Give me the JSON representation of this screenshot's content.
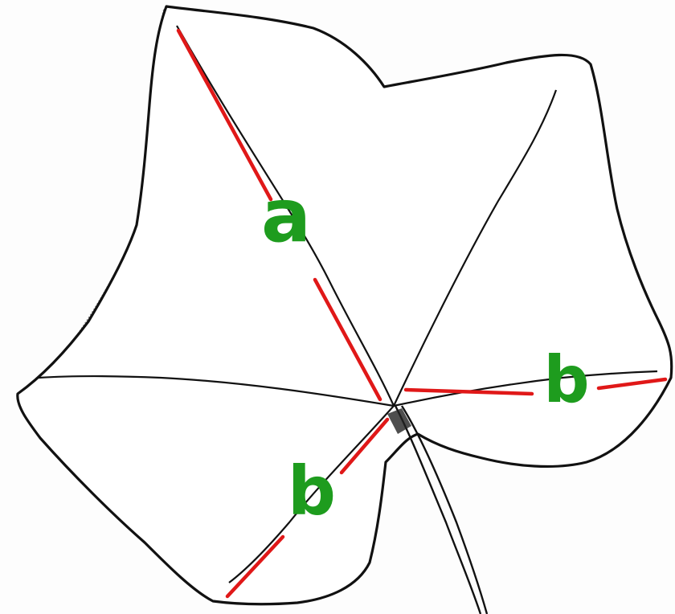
{
  "labels": {
    "a": "a",
    "b_lower": "b",
    "b_right": "b"
  },
  "colors": {
    "outline": "#111111",
    "measure_line": "#e01818",
    "label": "#1e9c1e",
    "paper": "#fdfdfd"
  }
}
